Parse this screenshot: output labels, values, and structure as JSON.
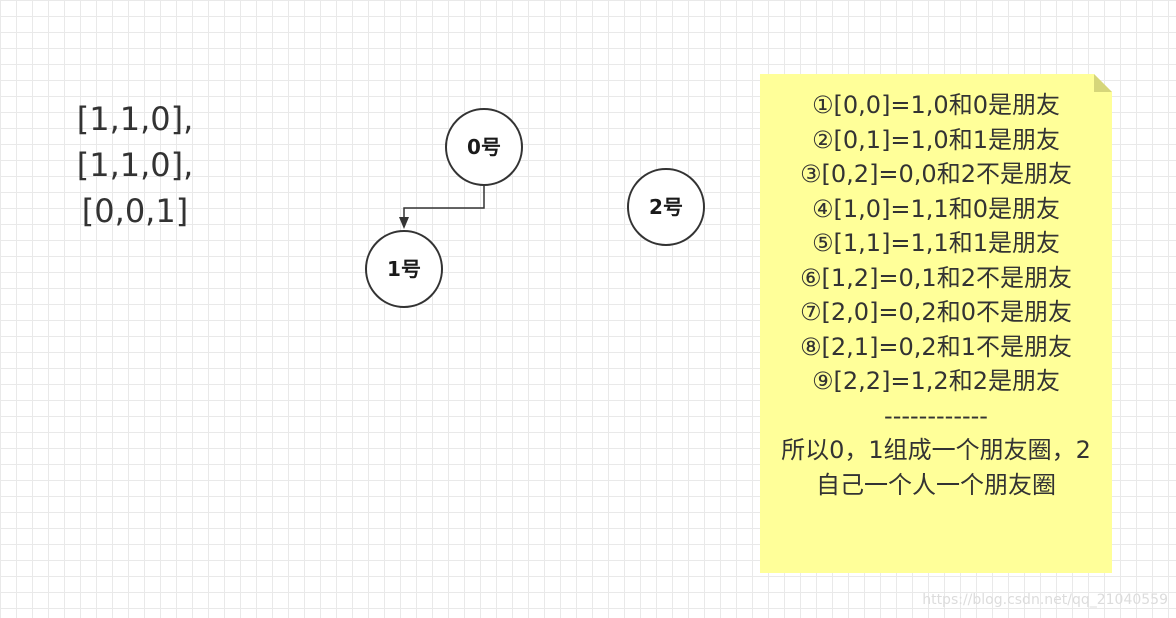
{
  "matrix": {
    "rows": [
      "[1,1,0],",
      "[1,1,0],",
      "[0,0,1]"
    ]
  },
  "nodes": {
    "n0": "0号",
    "n1": "1号",
    "n2": "2号"
  },
  "note": {
    "lines": [
      "①[0,0]=1,0和0是朋友",
      "②[0,1]=1,0和1是朋友",
      "③[0,2]=0,0和2不是朋友",
      "④[1,0]=1,1和0是朋友",
      "⑤[1,1]=1,1和1是朋友",
      "⑥[1,2]=0,1和2不是朋友",
      "⑦[2,0]=0,2和0不是朋友",
      "⑧[2,1]=0,2和1不是朋友",
      "⑨[2,2]=1,2和2是朋友"
    ],
    "separator": "------------",
    "summary": "所以0，1组成一个朋友圈，2自己一个人一个朋友圈"
  },
  "watermark": "https://blog.csdn.net/qq_21040559",
  "colors": {
    "note_fill": "#ffff99",
    "note_fold": "#d6d67a",
    "node_stroke": "#333333",
    "edge": "#333333"
  }
}
